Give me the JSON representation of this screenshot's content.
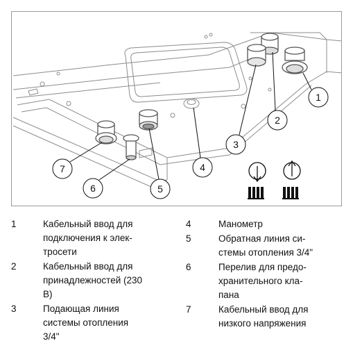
{
  "callouts": [
    "1",
    "2",
    "3",
    "4",
    "5",
    "6",
    "7"
  ],
  "legend": {
    "left": [
      {
        "num": "1",
        "lines": [
          "Кабельный ввод для",
          "подключения к элек-",
          "тросети"
        ]
      },
      {
        "num": "2",
        "lines": [
          "Кабельный ввод для",
          "принадлежностей (230",
          "В)"
        ]
      },
      {
        "num": "3",
        "lines": [
          "Подающая линия",
          "системы отопления",
          "3/4\""
        ]
      }
    ],
    "right": [
      {
        "num": "4",
        "lines": [
          "Манометр"
        ]
      },
      {
        "num": "5",
        "lines": [
          "Обратная линия си-",
          "стемы отопления 3/4\""
        ]
      },
      {
        "num": "6",
        "lines": [
          "Перелив для предо-",
          "хранительного кла-",
          "пана"
        ]
      },
      {
        "num": "7",
        "lines": [
          "Кабельный ввод для",
          "низкого напряжения"
        ]
      }
    ]
  }
}
